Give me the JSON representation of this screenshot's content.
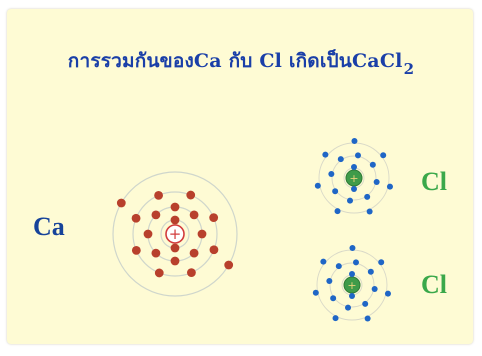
{
  "title": {
    "main": "การรวมกันของCa กับ Cl  เกิดเป็นCaCl",
    "subscript": "2"
  },
  "atoms": {
    "ca": {
      "label": "Ca",
      "shells": 4,
      "electrons": 20,
      "electron_color": "#b8402c",
      "ring_color": "#cfd6cc"
    },
    "cl_top": {
      "label": "Cl",
      "electrons": 17,
      "electron_color": "#1f66c6"
    },
    "cl_bottom": {
      "label": "Cl",
      "electrons": 17,
      "electron_color": "#1f66c6"
    }
  },
  "nucleus_symbol": "+",
  "colors": {
    "background": "#fefbd4",
    "title": "#1a3fa8",
    "ca_label": "#17439a",
    "cl_label": "#3aa84a",
    "ca_nucleus_ring": "#d23c3c",
    "cl_nucleus": "#3f9b49"
  }
}
